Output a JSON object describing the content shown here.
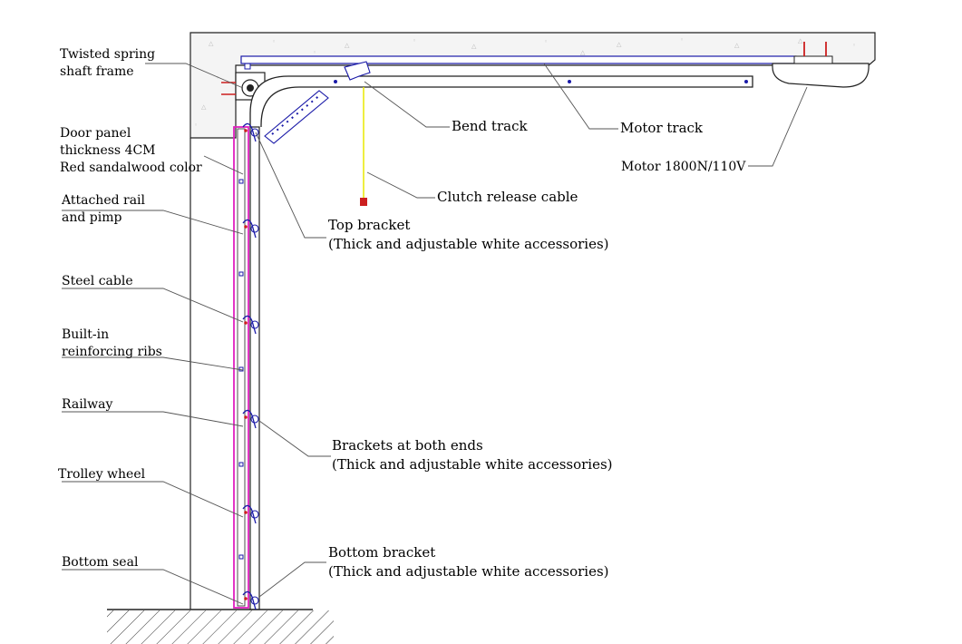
{
  "labels": {
    "twisted_spring": [
      "Twisted spring",
      "shaft frame"
    ],
    "door_panel": [
      "Door panel",
      "thickness 4CM",
      "Red sandalwood color"
    ],
    "attached_rail": [
      "Attached rail",
      "and pimp"
    ],
    "steel_cable": "Steel cable",
    "reinforcing_ribs": [
      "Built-in",
      "reinforcing ribs"
    ],
    "railway": "Railway",
    "trolley_wheel": "Trolley wheel",
    "bottom_seal": "Bottom seal",
    "bend_track": "Bend track",
    "motor_track": "Motor track",
    "motor": "Motor 1800N/110V",
    "clutch_cable": "Clutch release cable",
    "top_bracket": [
      "Top bracket",
      "(Thick and adjustable white accessories)"
    ],
    "brackets_both_ends": [
      "Brackets at both ends",
      "(Thick and adjustable white accessories)"
    ],
    "bottom_bracket": [
      "Bottom bracket",
      "(Thick and adjustable white accessories)"
    ]
  },
  "colors": {
    "line": "#222222",
    "leader": "#555555",
    "panel": "#e020c0",
    "track": "#1a1aa8",
    "cable": "#e8e800",
    "accent": "#cc1f1f",
    "concrete_fill": "#f4f4f4"
  }
}
